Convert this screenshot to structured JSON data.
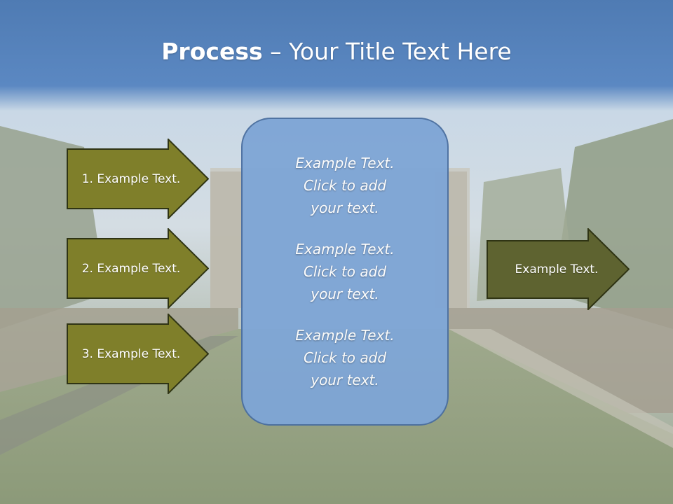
{
  "title": {
    "bold": "Process",
    "dash": " – ",
    "rest": "Your Title Text Here"
  },
  "left_arrows": [
    {
      "label": "1. Example Text."
    },
    {
      "label": "2. Example Text."
    },
    {
      "label": "3. Example Text."
    }
  ],
  "center_box": {
    "paragraphs": [
      "Example Text.\nClick  to add\nyour text.",
      "Example Text.\nClick  to add\nyour text.",
      "Example Text.\nClick  to add\nyour text."
    ]
  },
  "right_arrow": {
    "label": "Example Text."
  },
  "colors": {
    "header_blue": "#5a86bd",
    "arrow_olive": "#7f7f2a",
    "arrow_dark_olive": "#5e6330",
    "arrow_outline": "#2f3414",
    "box_blue": "#7fa6d6",
    "box_outline": "#4b6fa0"
  }
}
